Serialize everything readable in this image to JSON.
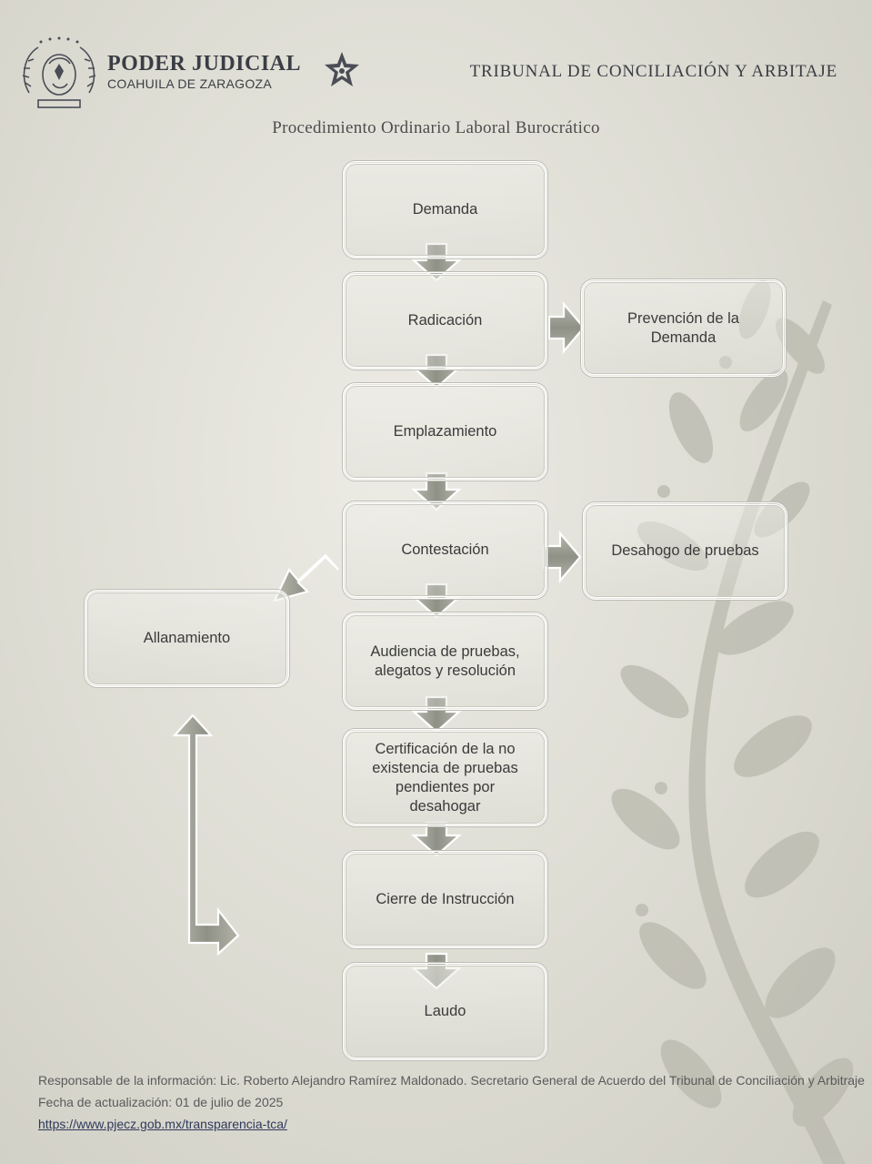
{
  "header": {
    "brand_title": "PODER JUDICIAL",
    "brand_subtitle": "COAHUILA DE ZARAGOZA",
    "tribunal": "TRIBUNAL DE CONCILIACIÓN Y ARBITAJE",
    "seal_icon": "coat-of-arms-seal",
    "star_icon": "star-emblem"
  },
  "document_title": "Procedimiento Ordinario Laboral Burocrático",
  "flow": {
    "main_steps": [
      "Demanda",
      "Radicación",
      "Emplazamiento",
      "Contestación",
      "Audiencia de pruebas, alegatos y resolución",
      "Certificación de la no existencia de pruebas pendientes por desahogar",
      "Cierre de Instrucción",
      "Laudo"
    ],
    "side_steps": {
      "prevencion": "Prevención de la Demanda",
      "desahogo": "Desahogo de pruebas",
      "allanamiento": "Allanamiento"
    },
    "connections": [
      "Demanda → Radicación",
      "Radicación → Emplazamiento",
      "Radicación → Prevención de la Demanda",
      "Emplazamiento → Contestación",
      "Contestación → Audiencia de pruebas, alegatos y resolución",
      "Contestación → Desahogo de pruebas",
      "Contestación → Allanamiento",
      "Audiencia de pruebas, alegatos y resolución → Certificación de la no existencia de pruebas pendientes por desahogar",
      "Certificación de la no existencia de pruebas pendientes por desahogar → Cierre de Instrucción",
      "Cierre de Instrucción → Laudo",
      "Allanamiento → Cierre de Instrucción"
    ]
  },
  "footer": {
    "responsable": "Responsable de la información: Lic. Roberto Alejandro Ramírez Maldonado. Secretario General de Acuerdo del Tribunal de Conciliación y Arbitraje",
    "fecha": "Fecha de actualización: 01 de julio de 2025",
    "url": "https://www.pjecz.gob.mx/transparencia-tca/"
  },
  "colors": {
    "background": "#dddcd3",
    "arrow_fill": "#9c9d92",
    "box_border": "#ffffff",
    "text": "#3b3b3b",
    "leaf_watermark": "#b9b8ad"
  }
}
